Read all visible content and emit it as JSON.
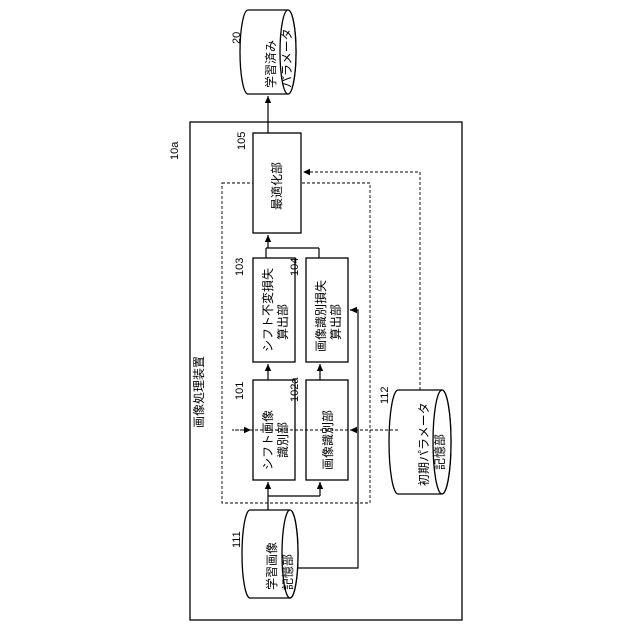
{
  "device": {
    "label": "画像処理装置",
    "ref": "10a"
  },
  "blocks": {
    "shift_image_identification": {
      "label_line1": "シフト画像",
      "label_line2": "識別部",
      "ref": "101"
    },
    "image_identification": {
      "label": "画像識別部",
      "ref": "102a"
    },
    "shift_invariant_loss": {
      "label_line1": "シフト不変損失",
      "label_line2": "算出部",
      "ref": "103"
    },
    "image_identification_loss": {
      "label_line1": "画像識別損失",
      "label_line2": "算出部",
      "ref": "104"
    },
    "optimization": {
      "label": "最適化部",
      "ref": "105"
    }
  },
  "storages": {
    "learned_parameters": {
      "label_line1": "学習済み",
      "label_line2": "パラメータ",
      "ref": "20"
    },
    "training_images": {
      "label_line1": "学習画像",
      "label_line2": "記憶部",
      "ref": "111"
    },
    "initial_parameters": {
      "label_line1": "初期パラメータ",
      "label_line2": "記憶部",
      "ref": "112"
    }
  },
  "colors": {
    "stroke": "#000000",
    "background": "#ffffff"
  }
}
